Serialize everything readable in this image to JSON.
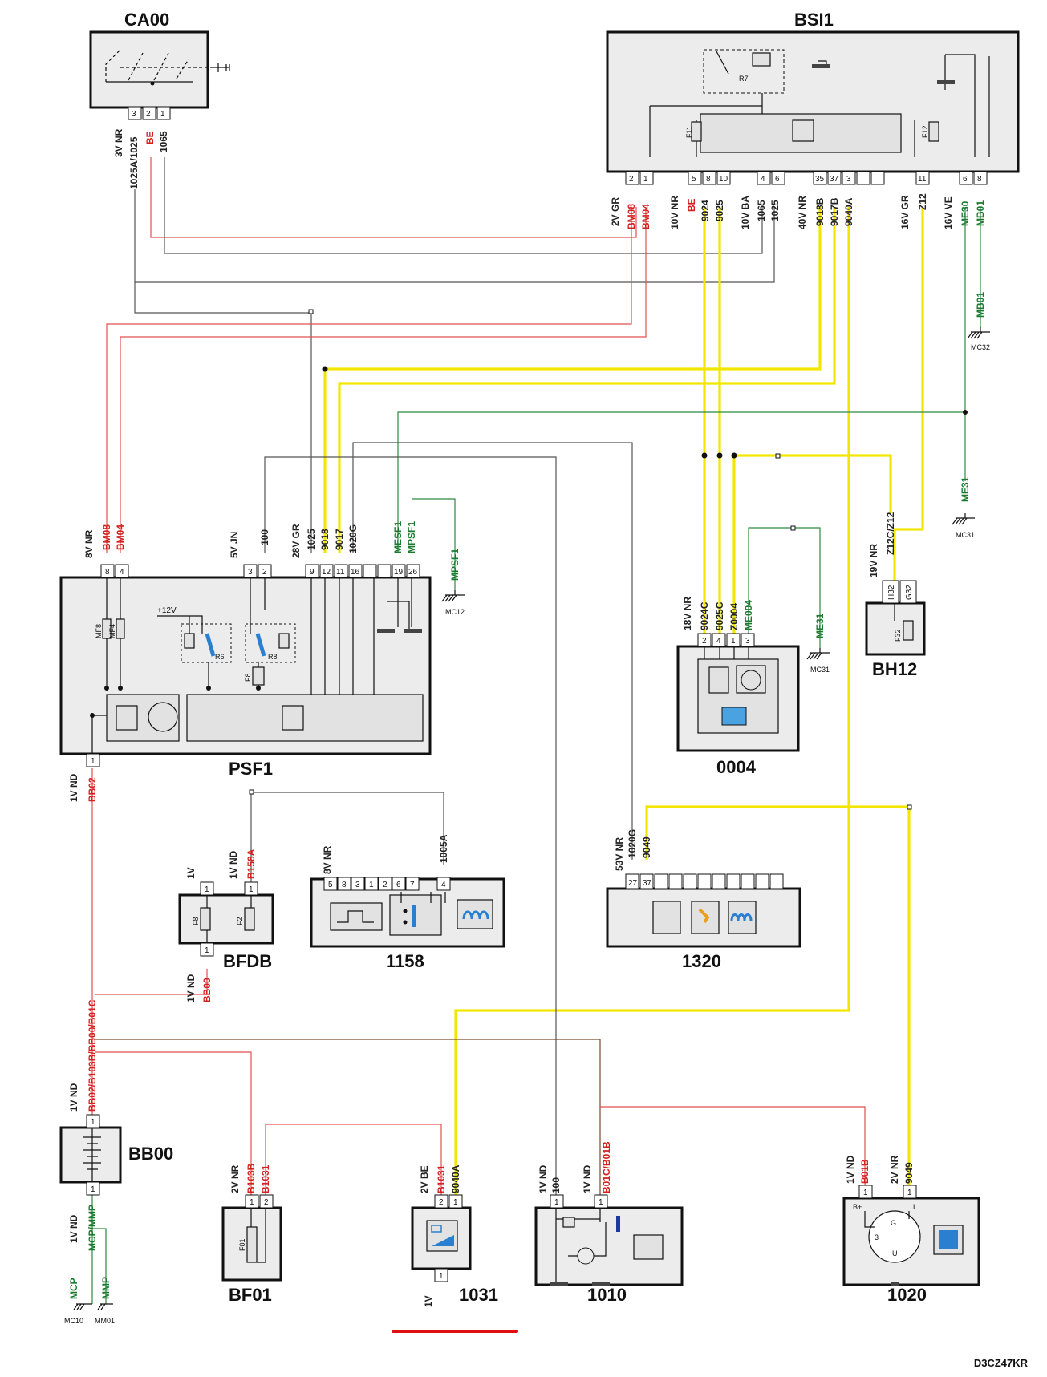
{
  "components": {
    "ca00": "CA00",
    "bsi1": "BSI1",
    "psf1": "PSF1",
    "c0004": "0004",
    "bh12": "BH12",
    "bfdb": "BFDB",
    "c1158": "1158",
    "c1320": "1320",
    "bb00": "BB00",
    "bf01": "BF01",
    "c1031": "1031",
    "c1010": "1010",
    "c1020": "1020"
  },
  "connectors": {
    "ca00": "3V NR",
    "bsi1_a": "2V GR",
    "bsi1_b": "10V NR",
    "bsi1_c": "10V BA",
    "bsi1_d": "40V NR",
    "bsi1_e": "16V GR",
    "bsi1_f": "16V VE",
    "psf1_a": "8V NR",
    "psf1_b": "5V JN",
    "psf1_c": "28V GR",
    "c0004": "18V NR",
    "bh12": "19V NR",
    "bfdb_top1": "1V",
    "bfdb_top2": "1V ND",
    "bfdb_bot": "1V ND",
    "psf1_bot": "1V ND",
    "c1158": "8V NR",
    "c1320": "53V NR",
    "bb00_top": "1V ND",
    "bb00_bot": "1V ND",
    "bf01": "2V NR",
    "c1031_top": "2V BE",
    "c1031_bot": "1V",
    "c1010_a": "1V ND",
    "c1010_b": "1V ND",
    "c1020_a": "1V ND",
    "c1020_b": "2V NR"
  },
  "wires": {
    "ca00_3": "1025A/1025",
    "ca00_2": "BE",
    "ca00_1": "1065",
    "bsi_bm08": "BM08",
    "bsi_bm04": "BM04",
    "bsi_be": "BE",
    "bsi_9024": "9024",
    "bsi_9025": "9025",
    "bsi_1065": "1065",
    "bsi_1025": "1025",
    "bsi_9018b": "9018B",
    "bsi_9017b": "9017B",
    "bsi_9040a": "9040A",
    "bsi_z12": "Z12",
    "bsi_me30": "ME30",
    "bsi_mb01": "MB01",
    "mb01": "MB01",
    "me31_a": "ME31",
    "psf_bm08": "BM08",
    "psf_bm04": "BM04",
    "psf_100": "100",
    "psf_1025": "1025",
    "psf_9018": "9018",
    "psf_9017": "9017",
    "psf_1020g": "1020G",
    "psf_mesf1": "MESF1",
    "psf_mpsf1": "MPSF1",
    "mpsf1": "MPSF1",
    "c0004_9024c": "9024C",
    "c0004_9025c": "9025C",
    "c0004_z0004": "Z0004",
    "c0004_me004": "ME004",
    "me31_b": "ME31",
    "bh12_z12c": "Z12C/Z12",
    "psf_bb02": "BB02",
    "bfdb_b158a": "B158A",
    "bfdb_bb00": "BB00",
    "c1158_1005a": "1005A",
    "c1320_1020g": "1020G",
    "c1320_9049": "9049",
    "bb00_long": "BB02/B103B/BB00/B01C",
    "bb00_mcp": "MCP/MMP",
    "mcp": "MCP",
    "mmp": "MMP",
    "bf01_b103b": "B103B",
    "bf01_b1031": "B1031",
    "c1031_b1031": "B1031",
    "c1031_9040a": "9040A",
    "c1010_100": "100",
    "c1010_b01c": "B01C/B01B",
    "c1020_b01b": "B01B",
    "c1020_9049": "9049"
  },
  "pins": {
    "ca00": [
      "3",
      "2",
      "1"
    ],
    "bsi1_a": [
      "2",
      "1"
    ],
    "bsi1_b": [
      "5",
      "8",
      "10"
    ],
    "bsi1_c": [
      "4",
      "6"
    ],
    "bsi1_d": [
      "35",
      "37",
      "3"
    ],
    "bsi1_e": [
      "11"
    ],
    "bsi1_f": [
      "6",
      "8"
    ],
    "psf1_a": [
      "8",
      "4"
    ],
    "psf1_b": [
      "3",
      "2"
    ],
    "psf1_c": [
      "9",
      "12",
      "11",
      "16",
      "19",
      "26"
    ],
    "psf1_bot": [
      "1"
    ],
    "c0004": [
      "2",
      "4",
      "1",
      "3"
    ],
    "bh12": [
      "H32",
      "G32"
    ],
    "bfdb_top": [
      "1",
      "1"
    ],
    "bfdb_bot": [
      "1"
    ],
    "c1158": [
      "5",
      "8",
      "3",
      "1",
      "2",
      "6",
      "7",
      "4"
    ],
    "c1320": [
      "27",
      "37"
    ],
    "bb00_top": [
      "1"
    ],
    "bb00_bot": [
      "1"
    ],
    "bf01": [
      "1",
      "2"
    ],
    "c1031_top": [
      "2",
      "1"
    ],
    "c1031_bot": [
      "1"
    ],
    "c1010": [
      "1",
      "1"
    ],
    "c1020": [
      "1",
      "1"
    ]
  },
  "internal_labels": {
    "r7": "R7",
    "f11": "F11",
    "f12": "F12",
    "mf8": "MF8",
    "mf4": "MF4",
    "plus12v": "+12V",
    "r6": "R6",
    "r8": "R8",
    "f8_psf": "F8",
    "f32": "F32",
    "f8_bfdb": "F8",
    "f2_bfdb": "F2",
    "f01": "F01",
    "c1020_bplus": "B+",
    "c1020_l": "L",
    "c1020_g": "G",
    "c1020_3": "3",
    "c1020_u": "U"
  },
  "grounds": {
    "mc32": "MC32",
    "mc31_a": "MC31",
    "mc12": "MC12",
    "mc31_b": "MC31",
    "mc10": "MC10",
    "mm01": "MM01"
  },
  "reference_code": "D3CZ47KR",
  "wire_colors": {
    "red": "#e05050",
    "yellow": "#f2e600",
    "green": "#2e8a40",
    "dark": "#555555",
    "brown": "#7a4a2a",
    "highlight": "#e01010"
  }
}
